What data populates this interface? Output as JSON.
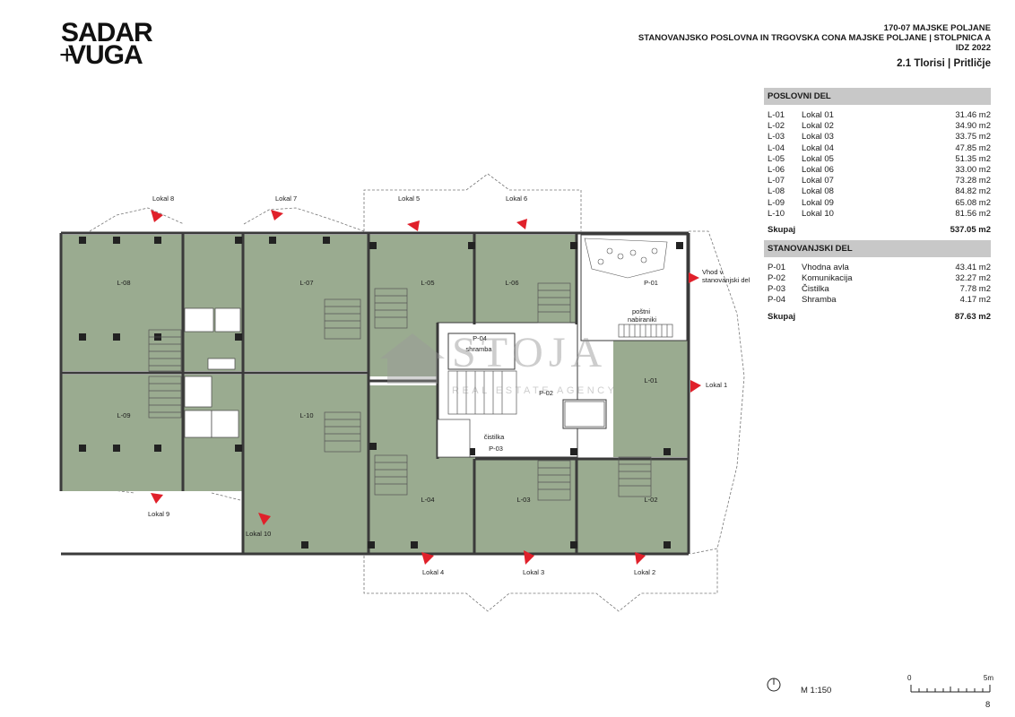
{
  "logo": {
    "line1": "SADAR",
    "line2": "VUGA"
  },
  "header": {
    "line1": "170-07 MAJSKE POLJANE",
    "line2": "STANOVANJSKO POSLOVNA IN TRGOVSKA CONA MAJSKE POLJANE | STOLPNICA A",
    "line3": "IDZ 2022",
    "subtitle": "2.1 Tlorisi | Pritličje"
  },
  "poslovni": {
    "title": "POSLOVNI DEL",
    "rows": [
      {
        "code": "L-01",
        "name": "Lokal 01",
        "area": "31.46 m2"
      },
      {
        "code": "L-02",
        "name": "Lokal 02",
        "area": "34.90 m2"
      },
      {
        "code": "L-03",
        "name": "Lokal 03",
        "area": "33.75 m2"
      },
      {
        "code": "L-04",
        "name": "Lokal 04",
        "area": "47.85 m2"
      },
      {
        "code": "L-05",
        "name": "Lokal 05",
        "area": "51.35 m2"
      },
      {
        "code": "L-06",
        "name": "Lokal 06",
        "area": "33.00 m2"
      },
      {
        "code": "L-07",
        "name": "Lokal 07",
        "area": "73.28 m2"
      },
      {
        "code": "L-08",
        "name": "Lokal 08",
        "area": "84.82 m2"
      },
      {
        "code": "L-09",
        "name": "Lokal 09",
        "area": "65.08 m2"
      },
      {
        "code": "L-10",
        "name": "Lokal 10",
        "area": "81.56 m2"
      }
    ],
    "total_label": "Skupaj",
    "total_value": "537.05 m2"
  },
  "stanovanjski": {
    "title": "STANOVANJSKI DEL",
    "rows": [
      {
        "code": "P-01",
        "name": "Vhodna avla",
        "area": "43.41 m2"
      },
      {
        "code": "P-02",
        "name": "Komunikacija",
        "area": "32.27 m2"
      },
      {
        "code": "P-03",
        "name": "Čistilka",
        "area": "7.78 m2"
      },
      {
        "code": "P-04",
        "name": "Shramba",
        "area": "4.17 m2"
      }
    ],
    "total_label": "Skupaj",
    "total_value": "87.63 m2"
  },
  "plan": {
    "rooms": {
      "l08": "L-08",
      "l07": "L-07",
      "l05": "L-05",
      "l06": "L-06",
      "p01": "P-01",
      "l09": "L-09",
      "l10": "L-10",
      "l04": "L-04",
      "l03": "L-03",
      "l02": "L-02",
      "l01": "L-01",
      "p04": "P-04",
      "p02": "P-02",
      "p03": "P-03"
    },
    "labels": {
      "shramba": "shramba",
      "cistilka": "čistilka",
      "postni1": "poštni",
      "postni2": "nabiraniki",
      "vhod1": "Vhod v",
      "vhod2": "stanovanjski del",
      "lokal8": "Lokal 8",
      "lokal7": "Lokal 7",
      "lokal5": "Lokal 5",
      "lokal6": "Lokal 6",
      "lokal1": "Lokal 1",
      "lokal9": "Lokal 9",
      "lokal10": "Lokal 10",
      "lokal4": "Lokal 4",
      "lokal3": "Lokal 3",
      "lokal2": "Lokal 2"
    },
    "colors": {
      "room_fill": "#9aab90",
      "wall": "#3a3a3a",
      "arrow": "#e0202a",
      "white_area": "#ffffff"
    }
  },
  "scale": {
    "label": "M 1:150",
    "start": "0",
    "end": "5m"
  },
  "page_number": "8",
  "watermark": {
    "main": "STOJA",
    "sub": "REAL ESTATE AGENCY"
  }
}
